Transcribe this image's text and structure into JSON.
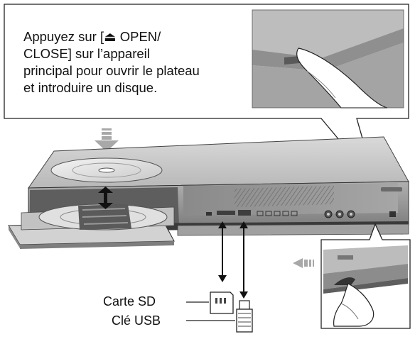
{
  "callout": {
    "lines": [
      "Appuyez sur [⏏ OPEN/",
      "CLOSE] sur l’appareil",
      "principal pour ouvrir le plateau",
      "et introduire un disque."
    ]
  },
  "labels": {
    "sd_card": "Carte SD",
    "usb_key": "Clé USB"
  },
  "colors": {
    "device_top": "#c9c9c9",
    "device_front": "#9a9a9a",
    "device_dark": "#5a5a5a",
    "arrow_gray": "#a8a8a8",
    "outline": "#222222"
  }
}
